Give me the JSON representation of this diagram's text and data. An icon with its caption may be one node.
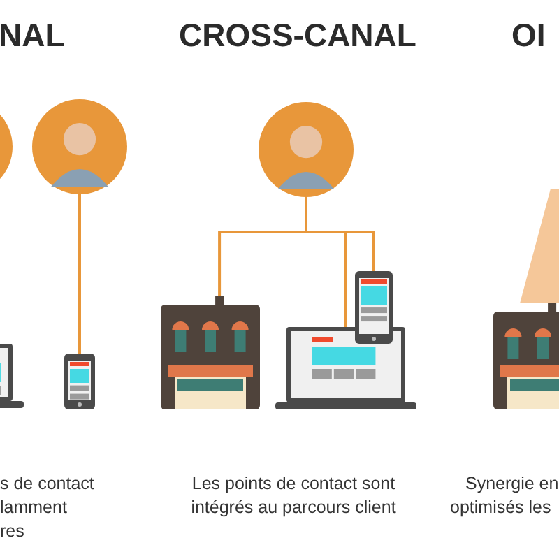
{
  "diagram": {
    "nodes": [
      {
        "text": [],
        "shape": "person"
      },
      {
        "text": [],
        "shape": "person"
      },
      {
        "text": [],
        "shape": "person"
      },
      {
        "text": [],
        "shape": "laptop"
      },
      {
        "text": [],
        "shape": "phone"
      },
      {
        "text": [],
        "shape": "shop"
      },
      {
        "text": [],
        "shape": "laptop"
      },
      {
        "text": [],
        "shape": "phone"
      },
      {
        "text": [],
        "shape": "shop"
      },
      {
        "text": [],
        "shape": "beam"
      }
    ],
    "edges": [
      {
        "from": 1,
        "to": 4,
        "arrow": "none"
      },
      {
        "from": 2,
        "to": 5,
        "arrow": "none"
      },
      {
        "from": 2,
        "to": 6,
        "arrow": "none"
      },
      {
        "from": 2,
        "to": 7,
        "arrow": "none"
      }
    ],
    "labels": [
      "NAL",
      "CROSS-CANAL",
      "OI",
      "s de contact",
      "lamment",
      "res",
      "Les points de contact sont intégrés au parcours client",
      "Synergie en",
      "optimisés les"
    ]
  }
}
